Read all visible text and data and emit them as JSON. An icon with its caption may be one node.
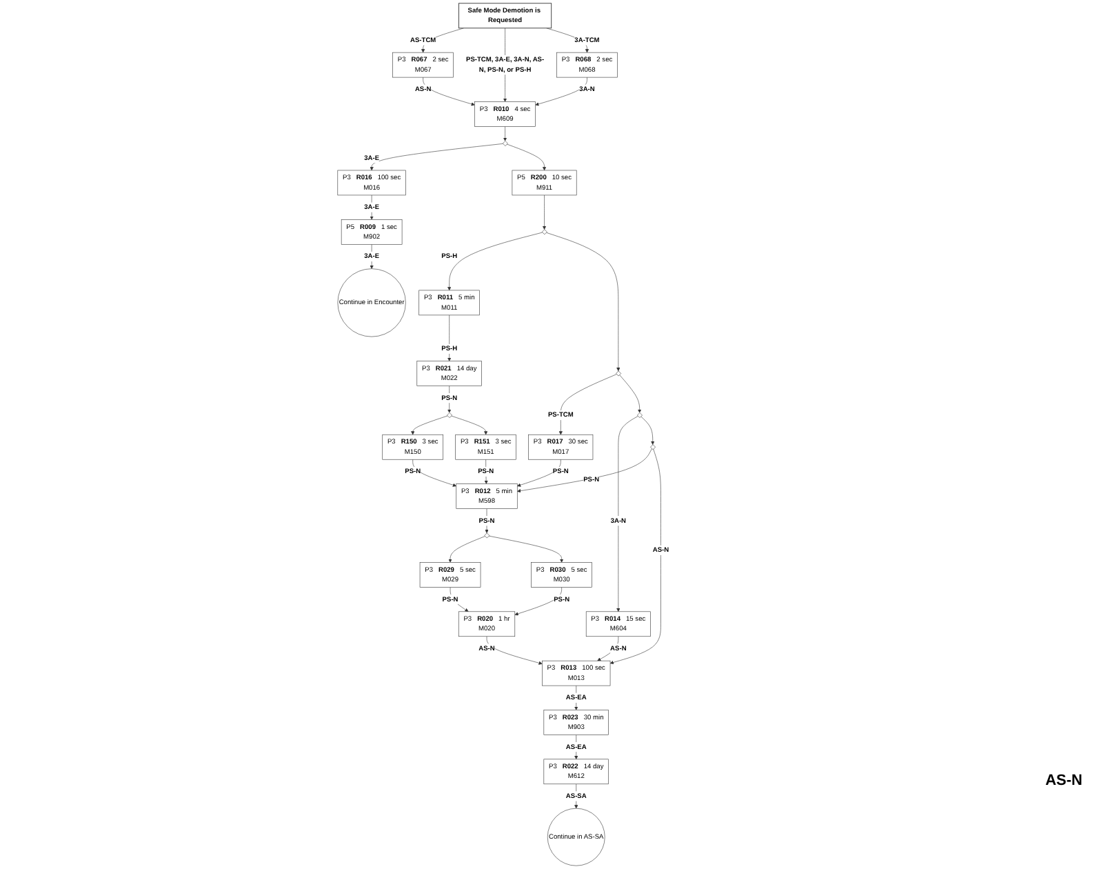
{
  "diagram": {
    "nodes": [
      {
        "text": [
          "Safe Mode Demotion is Requested"
        ]
      },
      {
        "text": [
          "P3",
          "R067",
          "2 sec",
          "M067"
        ]
      },
      {
        "text": [
          "P3",
          "R068",
          "2 sec",
          "M068"
        ]
      },
      {
        "text": [
          "P3",
          "R010",
          "4 sec",
          "M609"
        ]
      },
      {
        "text": [],
        "shape": "diamond"
      },
      {
        "text": [
          "P5",
          "R200",
          "10 sec",
          "M911"
        ]
      },
      {
        "text": [],
        "shape": "diamond"
      },
      {
        "text": [],
        "shape": "diamond"
      },
      {
        "text": [],
        "shape": "diamond"
      },
      {
        "text": [],
        "shape": "diamond"
      },
      {
        "text": [
          "P3",
          "R011",
          "5 min",
          "M011"
        ]
      },
      {
        "text": [
          "P3",
          "R021",
          "14 day",
          "M022"
        ]
      },
      {
        "text": [],
        "shape": "diamond"
      },
      {
        "text": [
          "P3",
          "R150",
          "3 sec",
          "M150"
        ]
      },
      {
        "text": [
          "P3",
          "R151",
          "3 sec",
          "M151"
        ]
      },
      {
        "text": [
          "P3",
          "R017",
          "30 sec",
          "M017"
        ]
      },
      {
        "text": [
          "P3",
          "R014",
          "15 sec",
          "M604"
        ]
      },
      {
        "text": [
          "P3",
          "R012",
          "5 min",
          "M598"
        ]
      },
      {
        "text": [],
        "shape": "diamond"
      },
      {
        "text": [
          "P3",
          "R029",
          "5 sec",
          "M029"
        ]
      },
      {
        "text": [
          "P3",
          "R030",
          "5 sec",
          "M030"
        ]
      },
      {
        "text": [
          "P3",
          "R020",
          "1 hr",
          "M020"
        ]
      },
      {
        "text": [
          "P3",
          "R016",
          "100 sec",
          "M016"
        ]
      },
      {
        "text": [
          "P5",
          "R009",
          "1 sec",
          "M902"
        ]
      },
      {
        "text": [
          "Continue in Encounter"
        ]
      },
      {
        "text": [
          "P3",
          "R013",
          "100 sec",
          "M013"
        ]
      },
      {
        "text": [
          "P3",
          "R023",
          "30 min",
          "M903"
        ]
      },
      {
        "text": [
          "P3",
          "R022",
          "14 day",
          "M612"
        ]
      },
      {
        "text": [
          "Continue in AS-SA"
        ]
      }
    ],
    "edges": [
      {
        "from": 0,
        "to": 1,
        "arrow": "to",
        "label": "AS-TCM"
      },
      {
        "from": 0,
        "to": 3,
        "arrow": "to",
        "label": "PS-TCM, 3A-E, 3A-N, AS-N, PS-N, or PS-H"
      },
      {
        "from": 0,
        "to": 2,
        "arrow": "to",
        "label": "3A-TCM"
      },
      {
        "from": 1,
        "to": 3,
        "arrow": "to",
        "label": "AS-N"
      },
      {
        "from": 2,
        "to": 3,
        "arrow": "to",
        "label": "3A-N"
      },
      {
        "from": 3,
        "to": 4,
        "arrow": "to"
      },
      {
        "from": 4,
        "to": 22,
        "arrow": "to",
        "label": "3A-E"
      },
      {
        "from": 4,
        "to": 5,
        "arrow": "to"
      },
      {
        "from": 5,
        "to": 6,
        "arrow": "to"
      },
      {
        "from": 6,
        "to": 10,
        "arrow": "to",
        "label": "PS-H"
      },
      {
        "from": 6,
        "to": 7,
        "arrow": "to"
      },
      {
        "from": 7,
        "to": 15,
        "arrow": "to",
        "label": "PS-TCM"
      },
      {
        "from": 7,
        "to": 8,
        "arrow": "to"
      },
      {
        "from": 8,
        "to": 16,
        "arrow": "to",
        "label": "3A-N"
      },
      {
        "from": 8,
        "to": 9,
        "arrow": "to"
      },
      {
        "from": 9,
        "to": 17,
        "arrow": "to",
        "label": "PS-N"
      },
      {
        "from": 9,
        "to": 25,
        "arrow": "to",
        "label": "AS-N"
      },
      {
        "from": 16,
        "to": 25,
        "arrow": "to",
        "label": "AS-N"
      },
      {
        "from": 15,
        "to": 17,
        "arrow": "to",
        "label": "PS-N"
      },
      {
        "from": 10,
        "to": 11,
        "arrow": "to",
        "label": "PS-H"
      },
      {
        "from": 11,
        "to": 12,
        "arrow": "to",
        "label": "PS-N"
      },
      {
        "from": 12,
        "to": 13,
        "arrow": "to"
      },
      {
        "from": 12,
        "to": 14,
        "arrow": "to"
      },
      {
        "from": 13,
        "to": 17,
        "arrow": "to",
        "label": "PS-N"
      },
      {
        "from": 14,
        "to": 17,
        "arrow": "to",
        "label": "PS-N"
      },
      {
        "from": 17,
        "to": 18,
        "arrow": "to",
        "label": "PS-N"
      },
      {
        "from": 18,
        "to": 19,
        "arrow": "to"
      },
      {
        "from": 18,
        "to": 20,
        "arrow": "to"
      },
      {
        "from": 19,
        "to": 21,
        "arrow": "to",
        "label": "PS-N"
      },
      {
        "from": 20,
        "to": 21,
        "arrow": "to",
        "label": "PS-N"
      },
      {
        "from": 21,
        "to": 25,
        "arrow": "to",
        "label": "AS-N"
      },
      {
        "from": 22,
        "to": 23,
        "arrow": "to",
        "label": "3A-E"
      },
      {
        "from": 23,
        "to": 24,
        "arrow": "to",
        "label": "3A-E"
      },
      {
        "from": 25,
        "to": 26,
        "arrow": "to",
        "label": "AS-EA"
      },
      {
        "from": 26,
        "to": 27,
        "arrow": "to",
        "label": "AS-EA"
      },
      {
        "from": 27,
        "to": 28,
        "arrow": "to",
        "label": "AS-SA"
      }
    ],
    "labels": [
      "AS-N"
    ]
  }
}
